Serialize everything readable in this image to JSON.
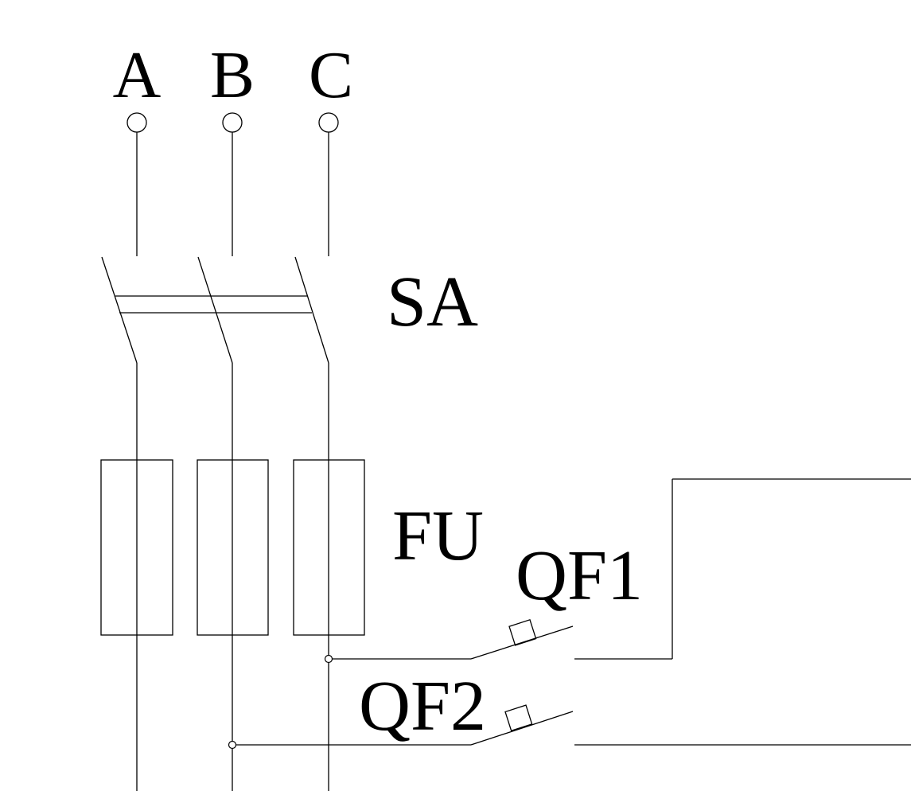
{
  "diagram": {
    "phases": [
      {
        "label": "A"
      },
      {
        "label": "B"
      },
      {
        "label": "C"
      }
    ],
    "switch": {
      "label": "SA"
    },
    "fuses": {
      "label": "FU"
    },
    "breakers": [
      {
        "label": "QF1"
      },
      {
        "label": "QF2"
      }
    ],
    "colors": {
      "line": "#000000",
      "background": "#ffffff"
    }
  }
}
